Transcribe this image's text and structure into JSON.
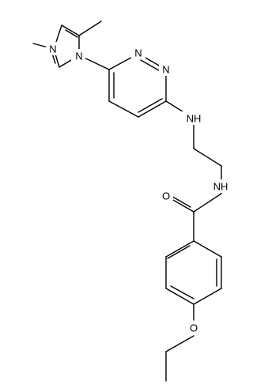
{
  "molecule": {
    "atoms": {
      "n_pyrazole_1": "N",
      "n_pyrazole_2": "N",
      "n_pyridazine_1": "N",
      "n_pyridazine_2": "N",
      "nh_amine": "NH",
      "nh_amide": "NH",
      "o_carbonyl": "O",
      "o_ether": "O"
    }
  }
}
